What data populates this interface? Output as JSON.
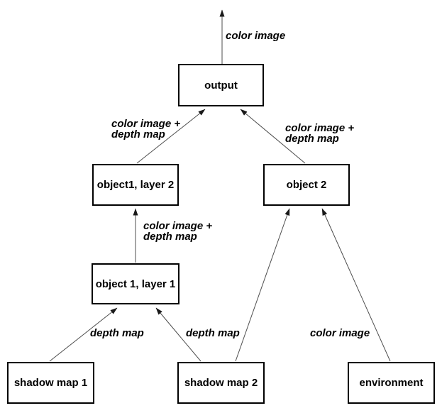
{
  "diagram": {
    "background_color": "#ffffff",
    "line_color": "#4d4d4d",
    "arrow_color": "#1a1a1a",
    "box_border_color": "#000000",
    "text_color": "#000000",
    "nodes": [
      {
        "id": "output",
        "label": "output"
      },
      {
        "id": "object1-layer2",
        "label": "object1, layer 2"
      },
      {
        "id": "object2",
        "label": "object 2"
      },
      {
        "id": "object1-layer1",
        "label": "object 1, layer 1"
      },
      {
        "id": "shadow-map-1",
        "label": "shadow map 1"
      },
      {
        "id": "shadow-map-2",
        "label": "shadow map 2"
      },
      {
        "id": "environment",
        "label": "environment"
      }
    ],
    "edge_labels": [
      {
        "id": "output-to-top",
        "text": "color image"
      },
      {
        "id": "object1layer2-to-output",
        "text": "color image +\ndepth map"
      },
      {
        "id": "object2-to-output",
        "text": "color image +\ndepth map"
      },
      {
        "id": "object1layer1-to-layer2",
        "text": "color image +\ndepth map"
      },
      {
        "id": "shadowmap1-to-layer1",
        "text": "depth map"
      },
      {
        "id": "shadowmap2-to-layer1",
        "text": "depth map"
      },
      {
        "id": "environment-to-object2",
        "text": "color image"
      }
    ]
  }
}
